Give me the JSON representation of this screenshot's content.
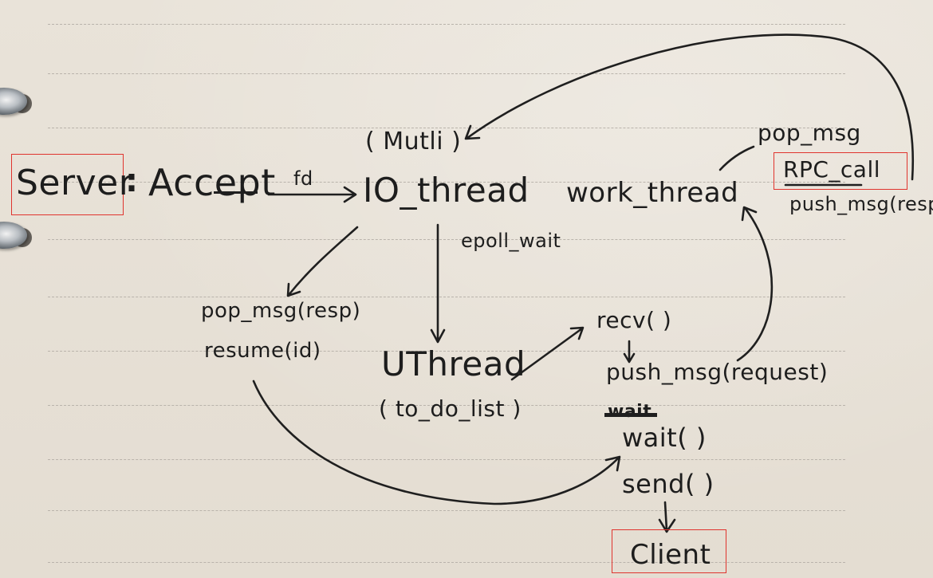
{
  "labels": {
    "server": "Server",
    "colon": ":",
    "accept": "Accept",
    "fd": "fd",
    "mutli": "( Mutli )",
    "io_thread": "IO_thread",
    "work_thread": "work_thread",
    "pop_msg_top": "pop_msg",
    "rpc_call": "RPC_call",
    "push_msg_resp": "push_msg(resp)",
    "epoll_wait": "epoll_wait",
    "pop_msg_resp": "pop_msg(resp)",
    "resume_id": "resume(id)",
    "uthread": "UThread",
    "to_do_list": "( to_do_list )",
    "recv": "recv( )",
    "push_msg_request": "push_msg(request)",
    "wait_struck": "wait",
    "wait": "wait( )",
    "send": "send( )",
    "client": "Client"
  },
  "colors": {
    "ink": "#1f1f1f",
    "highlight_box": "#e0342e",
    "paper": "#e7e0d6",
    "rule": "#b9b3ab"
  }
}
